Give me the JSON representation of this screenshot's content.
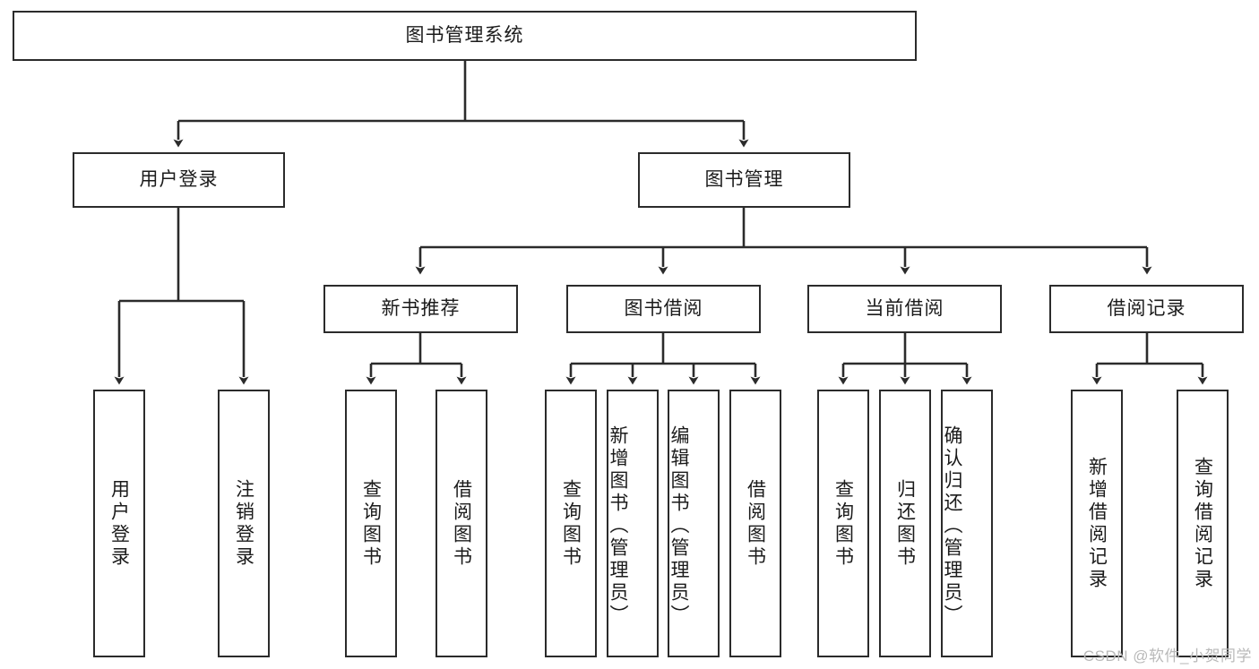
{
  "diagram": {
    "title": "图书管理系统",
    "type": "hierarchy-tree",
    "levels": 4,
    "root": {
      "label": "图书管理系统"
    },
    "level2": [
      {
        "label": "用户登录"
      },
      {
        "label": "图书管理"
      }
    ],
    "level3": [
      {
        "label": "新书推荐"
      },
      {
        "label": "图书借阅"
      },
      {
        "label": "当前借阅"
      },
      {
        "label": "借阅记录"
      }
    ],
    "leaves": {
      "user_login": [
        {
          "label": "用户登录"
        },
        {
          "label": "注销登录"
        }
      ],
      "new_book_recommend": [
        {
          "label": "查询图书"
        },
        {
          "label": "借阅图书"
        }
      ],
      "book_borrow": [
        {
          "label": "查询图书"
        },
        {
          "label": "新增图书（管理员）"
        },
        {
          "label": "编辑图书（管理员）"
        },
        {
          "label": "借阅图书"
        }
      ],
      "current_borrow": [
        {
          "label": "查询图书"
        },
        {
          "label": "归还图书"
        },
        {
          "label": "确认归还（管理员）"
        }
      ],
      "borrow_records": [
        {
          "label": "新增借阅记录"
        },
        {
          "label": "查询借阅记录"
        }
      ]
    }
  },
  "watermark": {
    "text": "CSDN @软件_小贺同学"
  },
  "colors": {
    "stroke": "#2b2b2b",
    "background": "#ffffff",
    "text": "#1b1b1b",
    "watermark": "#b9b9b9"
  }
}
